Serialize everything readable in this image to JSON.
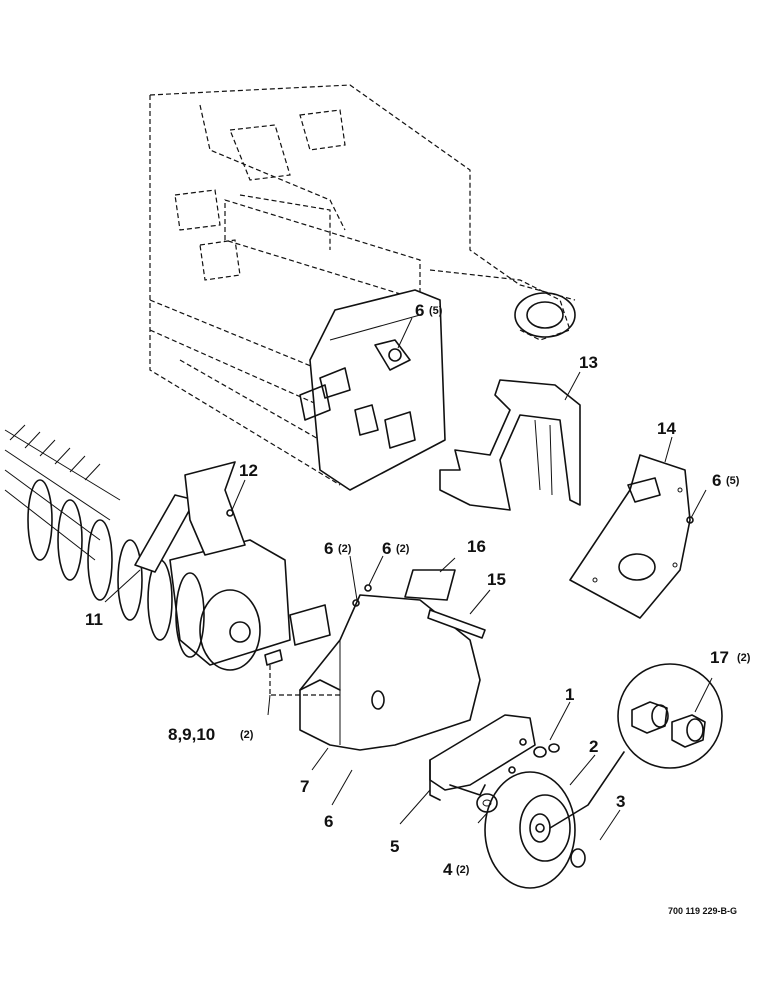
{
  "callouts": [
    {
      "id": "c1",
      "num": "1",
      "qty": ""
    },
    {
      "id": "c2",
      "num": "2",
      "qty": ""
    },
    {
      "id": "c3",
      "num": "3",
      "qty": ""
    },
    {
      "id": "c4",
      "num": "4",
      "qty": "(2)"
    },
    {
      "id": "c5",
      "num": "5",
      "qty": ""
    },
    {
      "id": "c6a",
      "num": "6",
      "qty": "(5)"
    },
    {
      "id": "c6b",
      "num": "6",
      "qty": "(5)"
    },
    {
      "id": "c6c",
      "num": "6",
      "qty": "(2)"
    },
    {
      "id": "c6d",
      "num": "6",
      "qty": "(2)"
    },
    {
      "id": "c6e",
      "num": "6",
      "qty": ""
    },
    {
      "id": "c7",
      "num": "7",
      "qty": ""
    },
    {
      "id": "c8",
      "num": "8,9,10",
      "qty": "(2)"
    },
    {
      "id": "c11",
      "num": "11",
      "qty": ""
    },
    {
      "id": "c12",
      "num": "12",
      "qty": ""
    },
    {
      "id": "c13",
      "num": "13",
      "qty": ""
    },
    {
      "id": "c14",
      "num": "14",
      "qty": ""
    },
    {
      "id": "c15",
      "num": "15",
      "qty": ""
    },
    {
      "id": "c16",
      "num": "16",
      "qty": ""
    },
    {
      "id": "c17",
      "num": "17",
      "qty": "(2)"
    }
  ],
  "reference_code": "700 119 229-B-G"
}
